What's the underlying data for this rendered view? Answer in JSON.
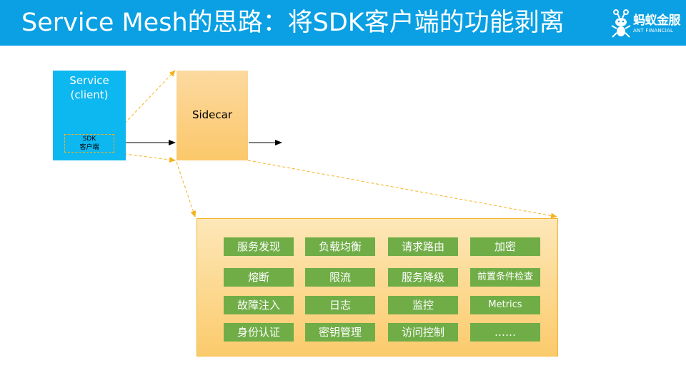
{
  "slide": {
    "title": "Service Mesh的思路：将SDK客户端的功能剥离"
  },
  "logo": {
    "name_cn": "蚂蚁金服",
    "name_en": "ANT FINANCIAL",
    "icon": "ant-logo-icon"
  },
  "service": {
    "label_line1": "Service",
    "label_line2": "(client)",
    "sdk_line1": "SDK",
    "sdk_line2": "客户端"
  },
  "sidecar": {
    "label": "Sidecar"
  },
  "features": [
    [
      "服务发现",
      "负载均衡",
      "请求路由",
      "加密"
    ],
    [
      "熔断",
      "限流",
      "服务降级",
      "前置条件检查"
    ],
    [
      "故障注入",
      "日志",
      "监控",
      "Metrics"
    ],
    [
      "身份认证",
      "密钥管理",
      "访问控制",
      "……"
    ]
  ],
  "colors": {
    "header": "#0aa0e3",
    "service": "#0db7f0",
    "sidecar": "#fbc86a",
    "feature": "#70ad47",
    "dash": "#f5b21e"
  }
}
